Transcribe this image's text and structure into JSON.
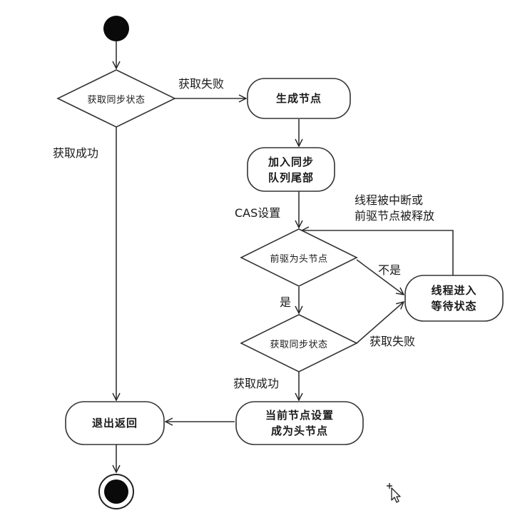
{
  "nodes": {
    "generate_node": "生成节点",
    "join_queue_line1": "加入同步",
    "join_queue_line2": "队列尾部",
    "thread_wait_line1": "线程进入",
    "thread_wait_line2": "等待状态",
    "set_head_line1": "当前节点设置",
    "set_head_line2": "成为头节点",
    "exit_return": "退出返回"
  },
  "decisions": {
    "get_sync_state_top": "获取同步状态",
    "predecessor_is_head": "前驱为头节点",
    "get_sync_state_bottom": "获取同步状态"
  },
  "edge_labels": {
    "top_fail": "获取失败",
    "top_success": "获取成功",
    "cas_set": "CAS设置",
    "interrupted_line1": "线程被中断或",
    "interrupted_line2": "前驱节点被释放",
    "not": "不是",
    "yes": "是",
    "bottom_fail": "获取失败",
    "bottom_success": "获取成功"
  }
}
